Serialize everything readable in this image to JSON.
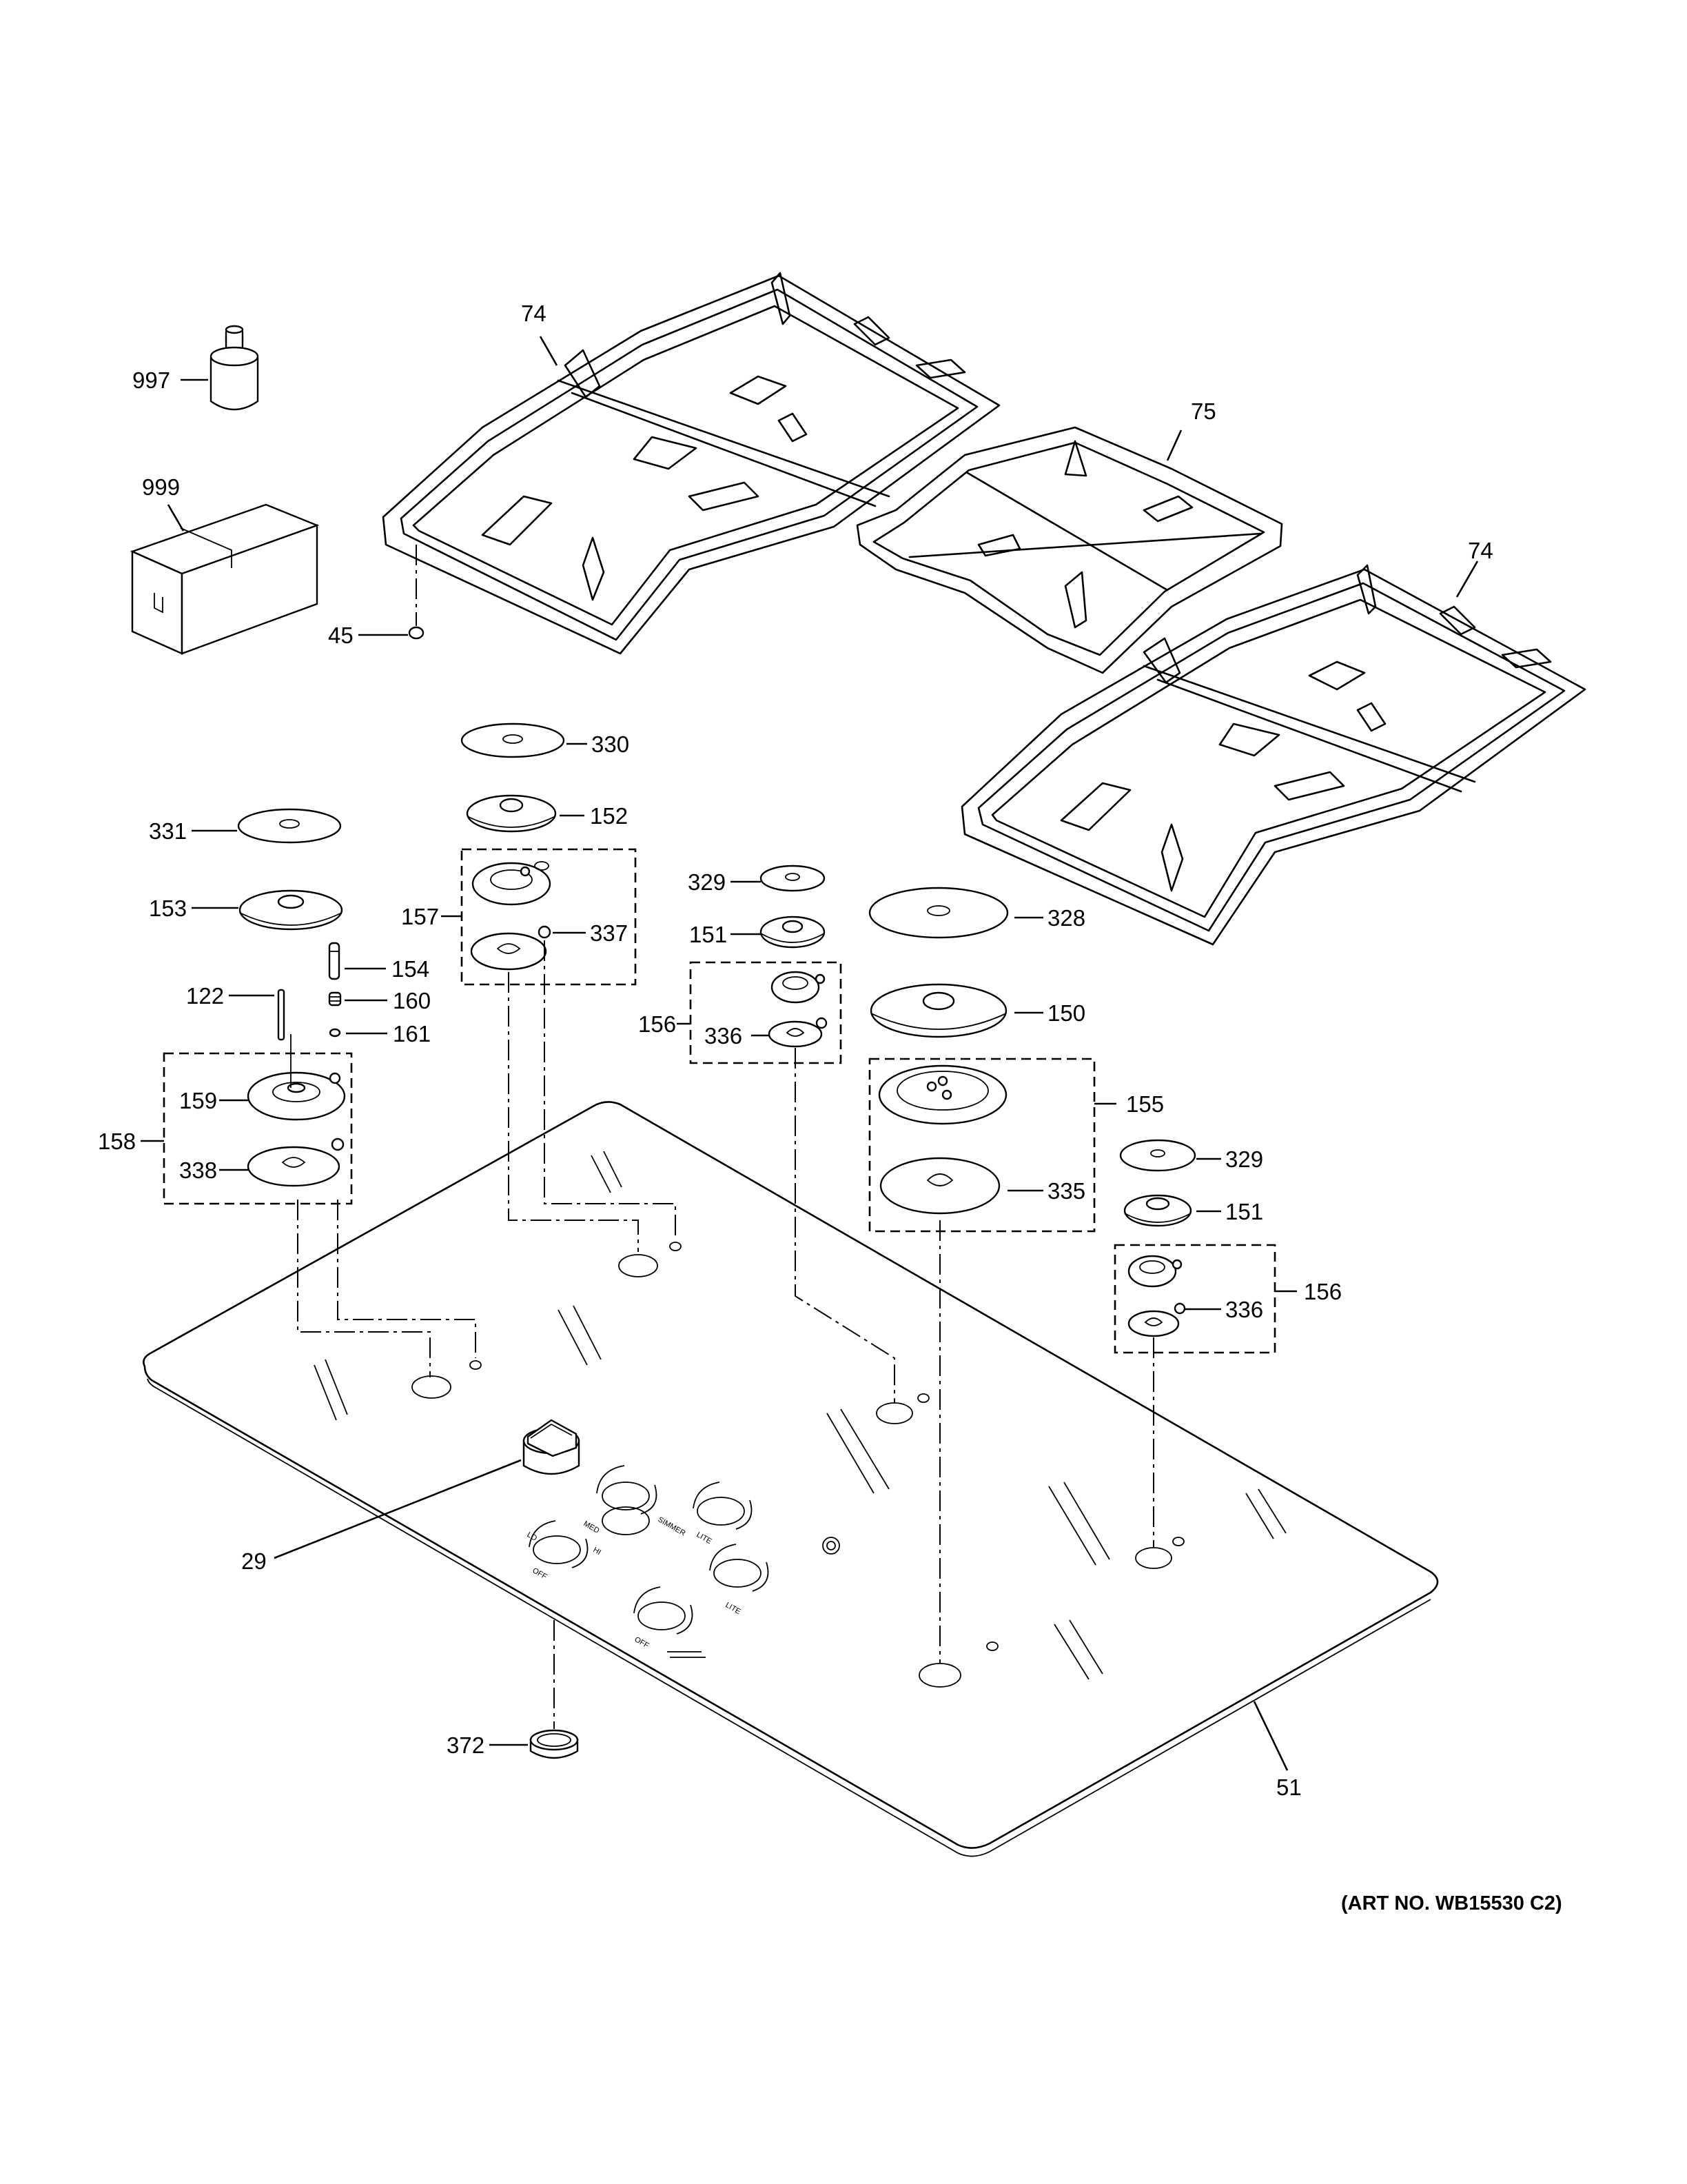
{
  "callouts": {
    "c997": "997",
    "c999": "999",
    "c45": "45",
    "c74a": "74",
    "c75": "75",
    "c74b": "74",
    "c330": "330",
    "c152": "152",
    "c157": "157",
    "c337": "337",
    "c331": "331",
    "c153": "153",
    "c154": "154",
    "c122": "122",
    "c160": "160",
    "c161": "161",
    "c158": "158",
    "c159": "159",
    "c338": "338",
    "c329a": "329",
    "c151a": "151",
    "c156a": "156",
    "c336a": "336",
    "c328": "328",
    "c150": "150",
    "c155": "155",
    "c335": "335",
    "c329b": "329",
    "c151b": "151",
    "c156b": "156",
    "c336b": "336",
    "c29": "29",
    "c372": "372",
    "c51": "51"
  },
  "art_number": "(ART NO. WB15530 C2)",
  "knob_text": {
    "off": "OFF",
    "lo": "LO",
    "hi": "HI",
    "med": "MED",
    "simmer": "SIMMER",
    "lite": "LITE"
  }
}
